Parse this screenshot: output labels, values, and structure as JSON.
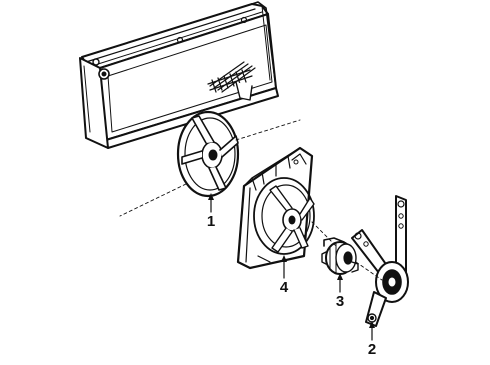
{
  "callouts": [
    {
      "id": "1",
      "label": "1"
    },
    {
      "id": "2",
      "label": "2"
    },
    {
      "id": "3",
      "label": "3"
    },
    {
      "id": "4",
      "label": "4"
    }
  ],
  "ink_color": "#111111",
  "paper_color": "#ffffff"
}
